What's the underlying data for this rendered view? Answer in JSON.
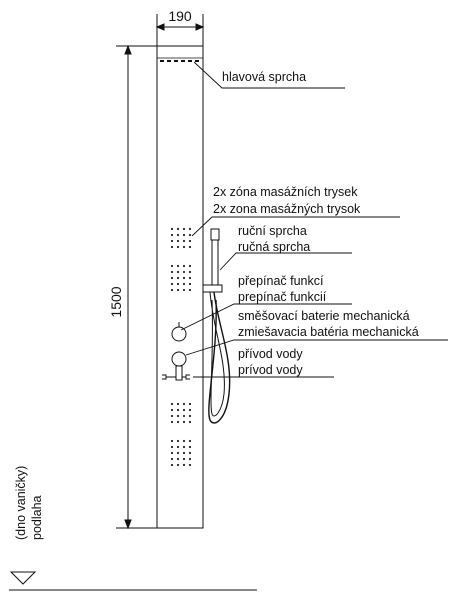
{
  "dimensions": {
    "width_label": "190",
    "height_label": "1500"
  },
  "labels": {
    "head_shower": "hlavová sprcha",
    "massage_cz": "2x zóna masážních trysek",
    "massage_sk": "2x zona masážných trysok",
    "hand_shower_cz": "ruční sprcha",
    "hand_shower_sk": "ručná sprcha",
    "diverter_cz": "přepínač funkcí",
    "diverter_sk": "prepínač funkcií",
    "mixer_cz": "směšovací baterie mechanická",
    "mixer_sk": "zmiešavacia batéria mechanická",
    "supply_cz": "přívod vody",
    "supply_sk": "prívod vody"
  },
  "floor": {
    "line1": "(dno vaničky)",
    "line2": "podlaha"
  }
}
